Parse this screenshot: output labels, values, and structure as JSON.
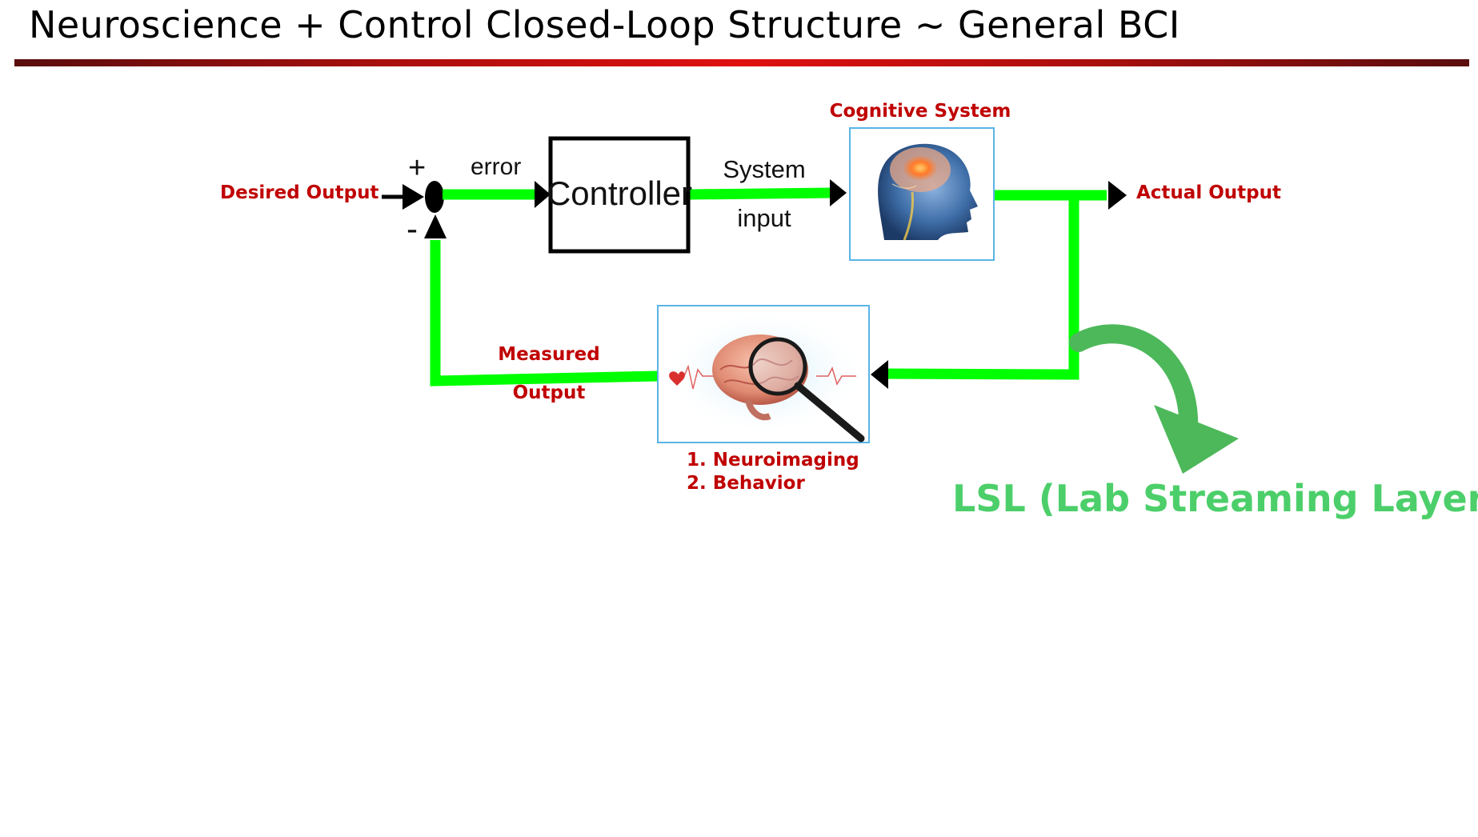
{
  "slide": {
    "title": "Neuroscience + Control Closed-Loop Structure ~ General BCI"
  },
  "diagram": {
    "desired_output": "Desired Output",
    "plus_sign": "+",
    "minus_sign": "-",
    "error": "error",
    "controller": "Controller",
    "system_input_line1": "System",
    "system_input_line2": "input",
    "cognitive_system": "Cognitive System",
    "actual_output": "Actual Output",
    "measured_output_line1": "Measured",
    "measured_output_line2": "Output",
    "measurement_item1": "1. Neuroimaging",
    "measurement_item2": "2. Behavior",
    "lsl": "LSL (Lab Streaming Layer)"
  },
  "colors": {
    "signal_line": "#00ff00",
    "label_red": "#c00000",
    "lsl_green": "#4ccf6a",
    "image_border": "#5ab4e6"
  },
  "icons": {
    "cognitive_image": "head-brain-icon",
    "measurement_image": "brain-magnifier-icon"
  }
}
